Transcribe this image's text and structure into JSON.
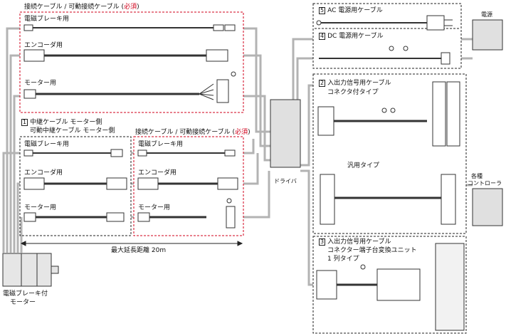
{
  "motor_side": {
    "group_title": "接続ケーブル / 可動接続ケーブル",
    "required": "必須",
    "brake_cable": "電磁ブレーキ用",
    "encoder_cable": "エンコーダ用",
    "motor_cable": "モーター用"
  },
  "relay": {
    "num": "1",
    "title": "中継ケーブル モーター側",
    "subtitle": "可動中継ケーブル モーター側",
    "brake_cable": "電磁ブレーキ用",
    "encoder_cable": "エンコーダ用",
    "motor_cable": "モーター用"
  },
  "connect2": {
    "group_title": "接続ケーブル / 可動接続ケーブル",
    "required": "必須",
    "brake_cable": "電磁ブレーキ用",
    "encoder_cable": "エンコーダ用",
    "motor_cable": "モーター用"
  },
  "max_length": "最大延長距離 20m",
  "motor_label": [
    "電磁ブレーキ付",
    "モーター"
  ],
  "driver_label": "ドライバ",
  "power": {
    "ac_num": "5",
    "ac": "AC 電源用ケーブル",
    "dc_num": "4",
    "dc": "DC 電源用ケーブル",
    "supply_label": "電源"
  },
  "io": {
    "num": "2",
    "title": "入出力信号用ケーブル",
    "type1": "コネクタ付タイプ",
    "type2": "汎用タイプ"
  },
  "terminal": {
    "num": "3",
    "title": "入出力信号用ケーブル",
    "sub1": "コネクター端子台変換ユニット",
    "sub2": "1 列タイプ"
  },
  "controller_label": [
    "各種",
    "コントローラ"
  ]
}
